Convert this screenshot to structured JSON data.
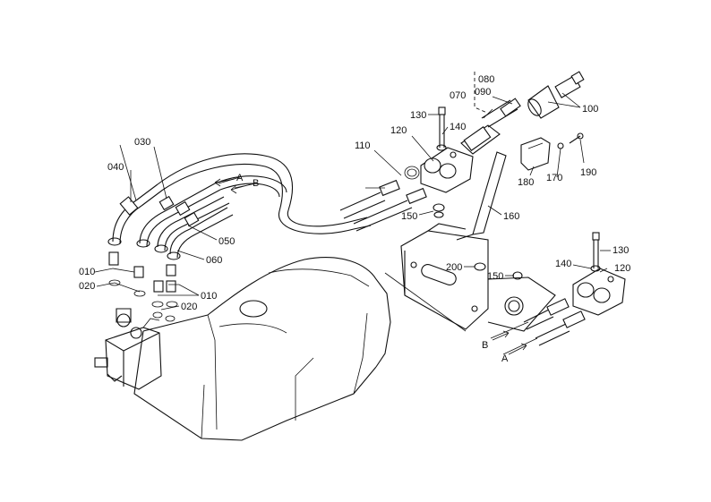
{
  "labels": {
    "l030": "030",
    "l040": "040",
    "l050": "050",
    "l060": "060",
    "l010a": "010",
    "l020a": "020",
    "l010b": "010",
    "l020b": "020",
    "l110": "110",
    "l120a": "120",
    "l130a": "130",
    "l140a": "140",
    "l080": "080",
    "l070": "070",
    "l090": "090",
    "l100": "100",
    "l180": "180",
    "l170": "170",
    "l190": "190",
    "l150a": "150",
    "l160": "160",
    "l200": "200",
    "l150b": "150",
    "l130b": "130",
    "l140b": "140",
    "l120b": "120",
    "lA1": "A",
    "lB1": "B",
    "lA2": "A",
    "lB2": "B"
  }
}
